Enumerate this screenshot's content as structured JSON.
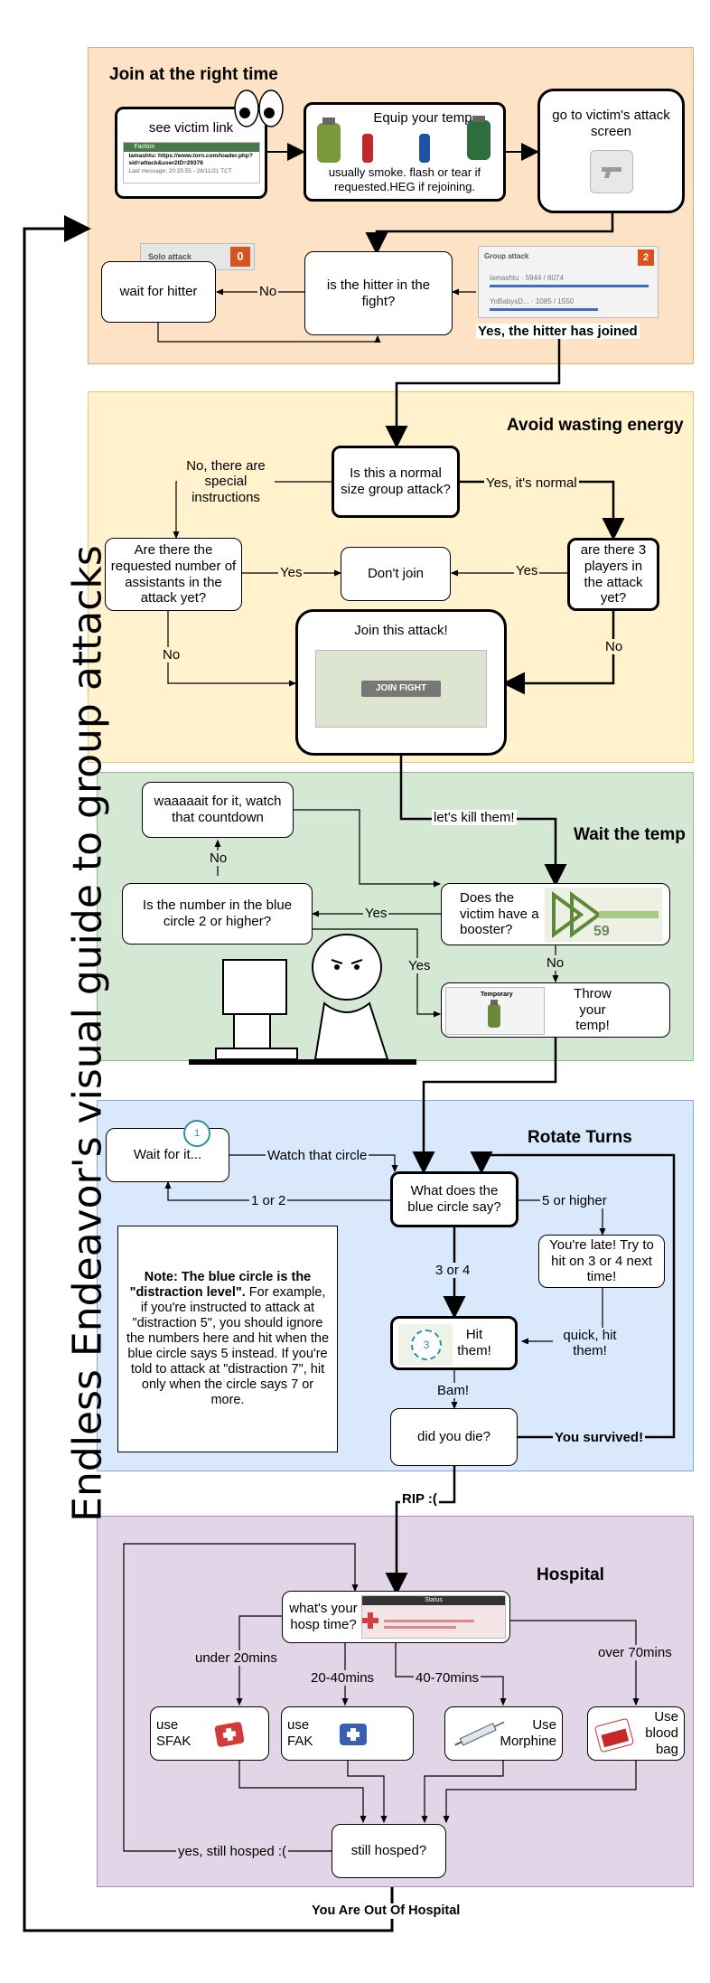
{
  "title": "Endless Endeavor's visual guide to group attacks",
  "colors": {
    "join": "#fde2c6",
    "avoid": "#fff2cc",
    "wait": "#d5e8d4",
    "rotate": "#dae8fc",
    "hospital": "#e1d5e7"
  },
  "sections": {
    "join": {
      "title": "Join at the right time",
      "see_victim": "see victim link",
      "equip_title": "Equip your temp",
      "equip_note": "usually smoke. flash or tear if requested.HEG if rejoining.",
      "victim_screen": "go to victim's attack screen",
      "hitter_in_fight": "is the hitter in the fight?",
      "wait_hitter": "wait for hitter",
      "no": "No",
      "hitter_joined": "Yes, the hitter has joined",
      "faction_text": "Faction",
      "faction_link": "lamashtu: https://www.torn.com/loader.php?sid=attack&user2ID=29378",
      "faction_last": "Last message: 20:25:55 - 28/11/21 TCT",
      "solo_attack": "Solo attack",
      "solo_count": "0",
      "group_attack": "Group attack",
      "group_count": "2",
      "group_row1": "lamashtu · 5944 / 6074",
      "group_row2": "YoBabysD... · 1085 / 1550"
    },
    "avoid": {
      "title": "Avoid wasting energy",
      "normal_size": "Is this a normal size group attack?",
      "special": "No, there are special instructions",
      "yes_normal": "Yes, it's normal",
      "requested": "Are there the requested number of assistants in the attack yet?",
      "dont_join": "Don't join",
      "three_players": "are there 3 players in the attack yet?",
      "yes1": "Yes",
      "yes2": "Yes",
      "no1": "No",
      "no2": "No",
      "join_this": "Join this attack!",
      "join_fight": "JOIN FIGHT"
    },
    "wait": {
      "title": "Wait the temp",
      "lets_kill": "let's kill them!",
      "countdown": "waaaaait for it, watch that countdown",
      "no": "No",
      "booster": "Does the victim have a booster?",
      "booster_num": "59",
      "number_blue": "Is the number in the blue circle 2 or higher?",
      "yes1": "Yes",
      "yes2": "Yes",
      "no2": "No",
      "throw": "Throw your temp!",
      "temporary": "Temporary"
    },
    "rotate": {
      "title": "Rotate Turns",
      "wait_it": "Wait for it...",
      "circle_one": "1",
      "watch_circle": "Watch that circle",
      "what_blue": "What does the blue circle say?",
      "one_or_two": "1 or 2",
      "five_higher": "5 or higher",
      "late": "You're late! Try to hit on 3 or 4 next time!",
      "three_four": "3 or 4",
      "hit_them": "Hit them!",
      "hit_circle": "3",
      "quick": "quick, hit them!",
      "bam": "Bam!",
      "did_die": "did you die?",
      "survived": "You survived!",
      "note_bold": "Note: The blue circle is the \"distraction level\".",
      "note_rest": " For example, if you're instructed to attack at \"distraction 5\", you should ignore the numbers here and hit when the blue circle says 5 instead. If you're told to attack at \"distraction 7\", hit only when the circle says 7 or more."
    },
    "hospital": {
      "title": "Hospital",
      "rip": "RIP :(",
      "hosp_time": "what's your hosp time?",
      "status": "Status",
      "under20": "under 20mins",
      "b20_40": "20-40mins",
      "b40_70": "40-70mins",
      "over70": "over 70mins",
      "sfak": "use SFAK",
      "fak": "use FAK",
      "morphine": "Use Morphine",
      "blood": "Use blood bag",
      "still_hosped": "still hosped?",
      "yes_still": "yes, still hosped :(",
      "out": "You Are Out Of Hospital"
    }
  }
}
